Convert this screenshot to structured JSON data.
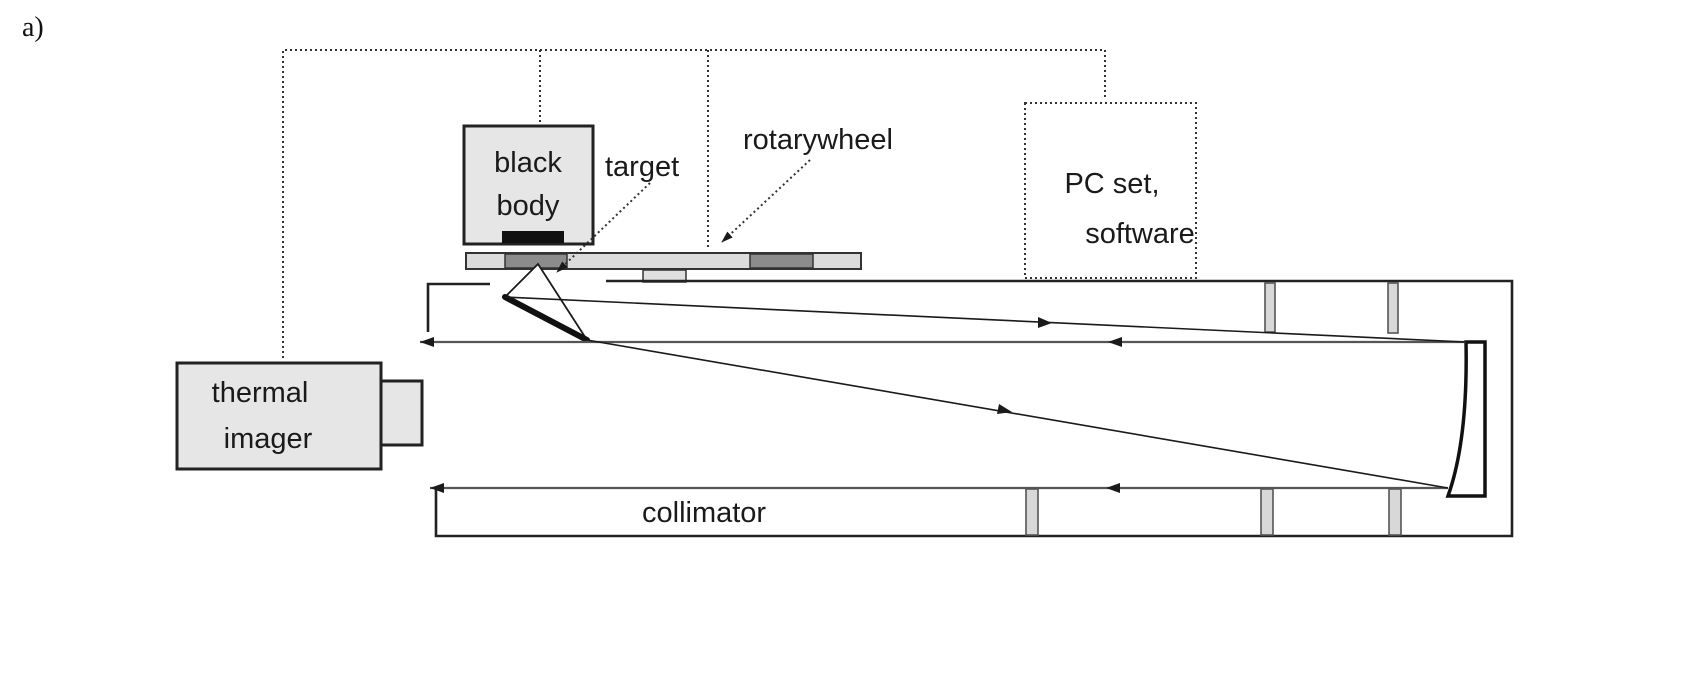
{
  "panel_label": "a)",
  "labels": {
    "black_body_line1": "black",
    "black_body_line2": "body",
    "target": "target",
    "rotary_wheel": "rotarywheel",
    "pc_line1": "PC set,",
    "pc_line2": "software",
    "thermal_line1": "thermal",
    "thermal_line2": "imager",
    "collimator": "collimator"
  }
}
